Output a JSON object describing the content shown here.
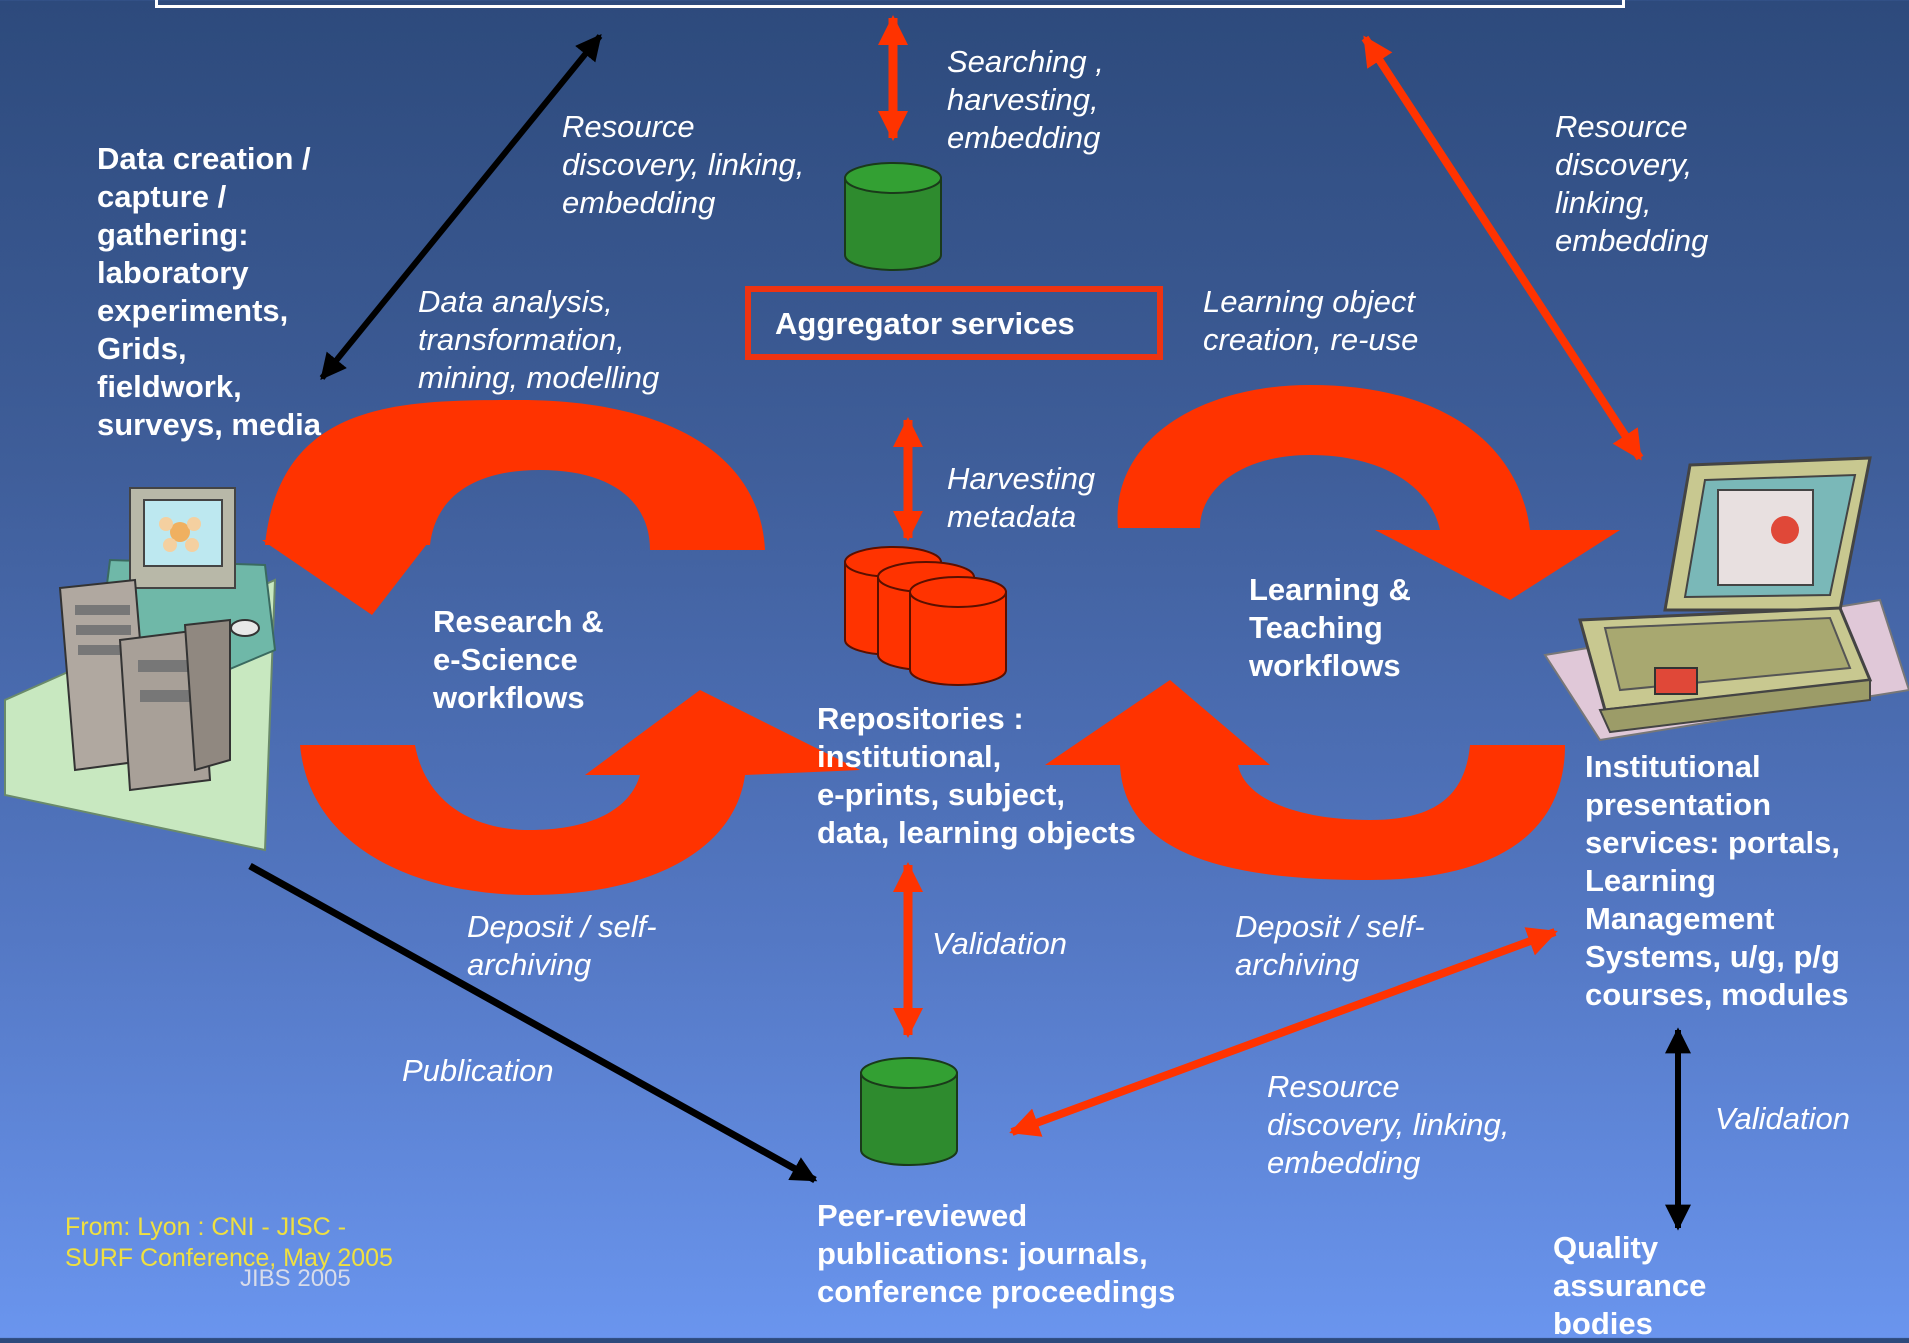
{
  "aggregator": "Aggregator services",
  "data_creation": "Data creation /\ncapture /\ngathering:\nlaboratory\nexperiments,\nGrids,\nfieldwork,\nsurveys, media",
  "resource_discovery_left": "Resource\ndiscovery, linking,\nembedding",
  "searching": "Searching ,\nharvesting,\nembedding",
  "resource_discovery_right": "Resource\ndiscovery,\nlinking,\nembedding",
  "data_analysis": "Data analysis,\ntransformation,\nmining, modelling",
  "learning_object_creation": "Learning object\ncreation, re-use",
  "harvesting_metadata": "Harvesting\nmetadata",
  "research_workflows": "Research &\ne-Science\nworkflows",
  "learning_workflows": "Learning &\nTeaching\nworkflows",
  "repositories": "Repositories :\ninstitutional,\ne-prints, subject,\ndata, learning objects",
  "institutional_services": "Institutional\npresentation\nservices: portals,\nLearning\nManagement\nSystems, u/g, p/g\ncourses, modules",
  "deposit_left": "Deposit / self-\narchiving",
  "deposit_right": "Deposit / self-\narchiving",
  "validation_center": "Validation",
  "validation_right": "Validation",
  "publication": "Publication",
  "resource_discovery_bottom": "Resource\ndiscovery, linking,\nembedding",
  "peer_reviewed": "Peer-reviewed\npublications: journals,\nconference proceedings",
  "quality_assurance": "Quality\nassurance\nbodies",
  "credit": "From:    Lyon : CNI - JISC -\nSURF Conference, May 2005",
  "footer": "JIBS 2005",
  "colors": {
    "red_arrow": "#ff3300",
    "green_db": "#2e8b2e",
    "red_db": "#ff3300",
    "black_arrow": "#000000"
  }
}
